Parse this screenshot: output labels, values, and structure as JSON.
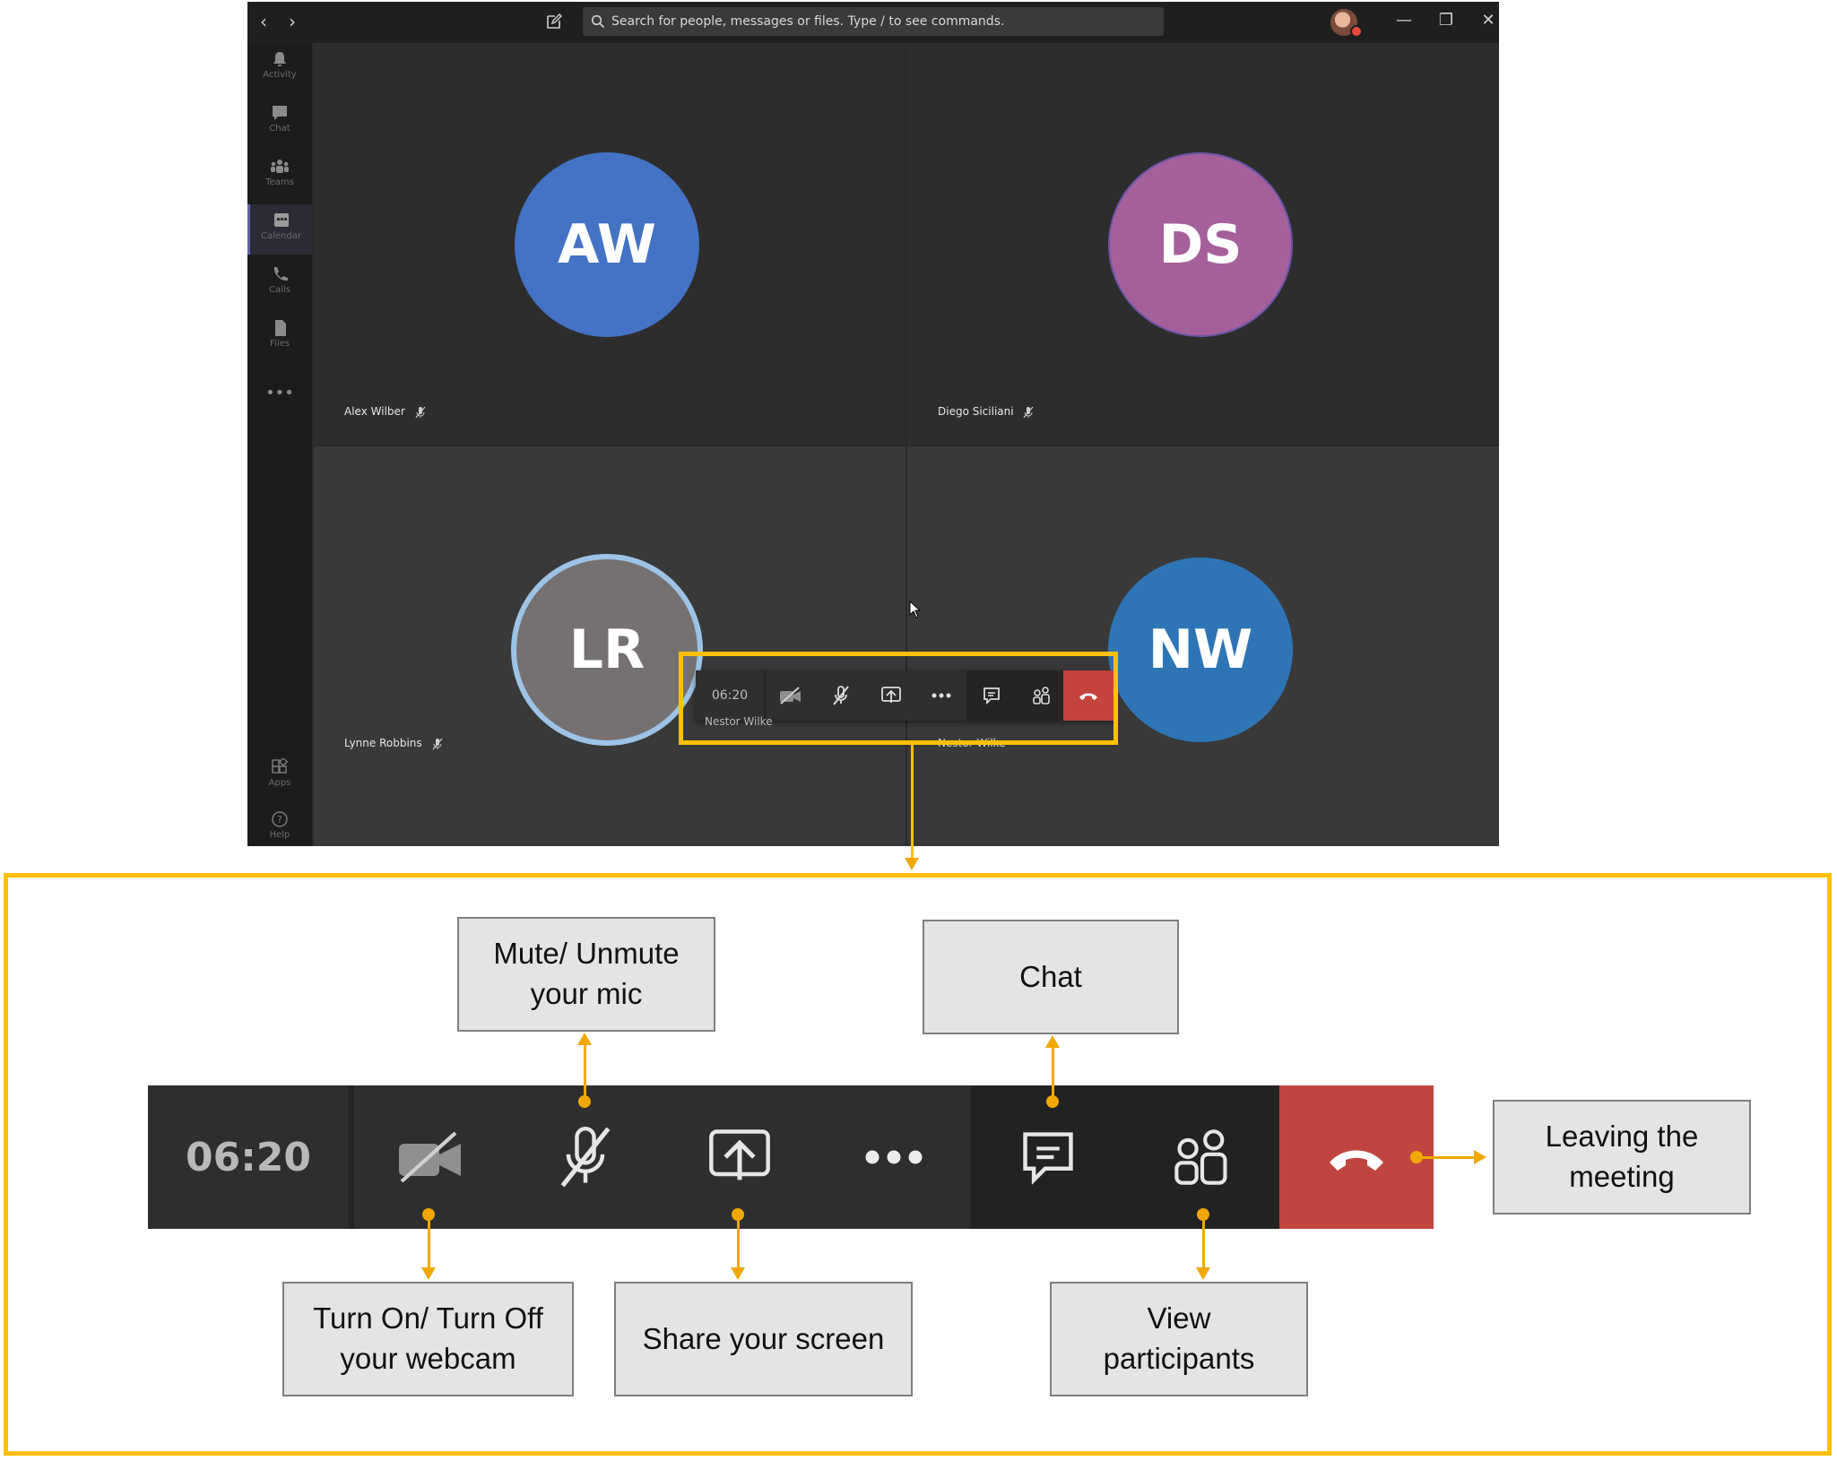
{
  "search": {
    "placeholder": "Search for people, messages or files. Type / to see commands."
  },
  "titlebar": {
    "back": "‹",
    "forward": "›",
    "minimize": "—",
    "restore": "❐",
    "close": "✕"
  },
  "rail": {
    "items": [
      {
        "label": "Activity",
        "icon": "bell-icon"
      },
      {
        "label": "Chat",
        "icon": "chat-icon"
      },
      {
        "label": "Teams",
        "icon": "teams-icon"
      },
      {
        "label": "Calendar",
        "icon": "calendar-icon"
      },
      {
        "label": "Calls",
        "icon": "phone-icon"
      },
      {
        "label": "Files",
        "icon": "file-icon"
      }
    ],
    "more": "•••",
    "bottom": [
      {
        "label": "Apps",
        "icon": "apps-icon"
      },
      {
        "label": "Help",
        "icon": "help-icon"
      }
    ]
  },
  "participants": [
    {
      "initials": "AW",
      "name": "Alex Wilber",
      "color": "#4472c4"
    },
    {
      "initials": "DS",
      "name": "Diego Siciliani",
      "color": "#a5609b"
    },
    {
      "initials": "LR",
      "name": "Lynne Robbins",
      "color": "#767171"
    },
    {
      "initials": "NW",
      "name": "Nestor Wilke",
      "color": "#2e75b6"
    }
  ],
  "meeting_bar": {
    "time": "06:20",
    "buttons": [
      "camera-off-icon",
      "mic-off-icon",
      "share-screen-icon",
      "more-icon",
      "chat-icon",
      "participants-icon",
      "hang-up-icon"
    ]
  },
  "legend": {
    "mute": "Mute/ Unmute\nyour mic",
    "chat": "Chat",
    "webcam": "Turn On/ Turn Off\nyour webcam",
    "share": "Share your screen",
    "participants": "View\nparticipants",
    "leave": "Leaving the\nmeeting"
  },
  "colors": {
    "highlight": "#ffc000",
    "hangup": "#c4443c",
    "accent": "#6264a7"
  }
}
